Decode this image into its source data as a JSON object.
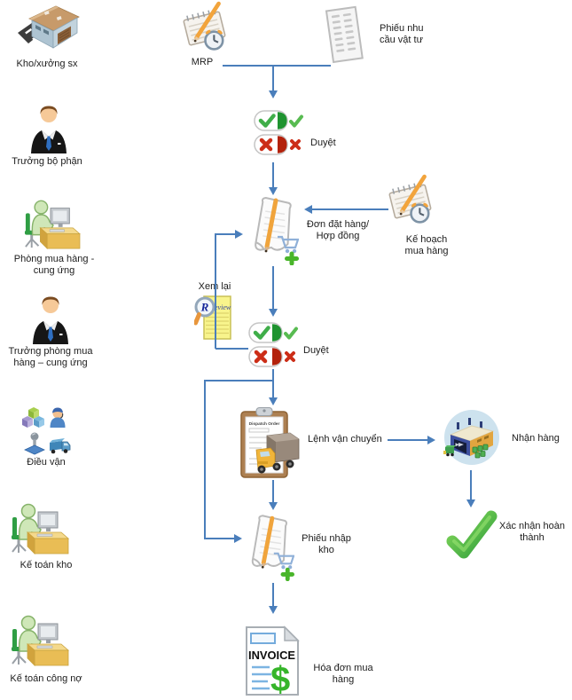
{
  "colors": {
    "arrow_blue": "#4a7ebb",
    "label_text": "#1c1c1c"
  },
  "roles": {
    "kho_xuong_sx": {
      "label": "Kho/xưởng sx",
      "icon": "warehouse-icon"
    },
    "truong_bo_phan": {
      "label": "Trưởng bộ phận",
      "icon": "manager-icon"
    },
    "phong_mua_hang_cung_ung": {
      "label": "Phòng mua hàng - cung ứng",
      "icon": "clerk-at-desk-icon"
    },
    "truong_phong_mua_hang_cung_ung": {
      "label": "Trưởng phòng mua hàng – cung ứng",
      "icon": "manager-icon"
    },
    "dieu_van": {
      "label": "Điều vận",
      "icon": "logistics-dispatch-icon"
    },
    "ke_toan_kho": {
      "label": "Kế toán kho",
      "icon": "clerk-at-desk-icon"
    },
    "ke_toan_cong_no": {
      "label": "Kế toán công nợ",
      "icon": "clerk-at-desk-icon"
    }
  },
  "flow": {
    "mrp": {
      "label": "MRP",
      "icon": "notepad-clock-icon"
    },
    "phieu_nhu_cau_vat_tu": {
      "label": "Phiếu nhu cầu vật tư",
      "icon": "material-request-sheet-icon"
    },
    "duyet_1": {
      "label": "Duyệt",
      "icon": "approve-reject-icon"
    },
    "don_dat_hang_hop_dong": {
      "label": "Đơn đặt hàng/ Hợp đồng",
      "icon": "purchase-order-icon"
    },
    "ke_hoach_mua_hang": {
      "label": "Kế hoạch mua hàng",
      "icon": "notepad-clock-icon"
    },
    "xem_lai": {
      "label": "Xem lại",
      "icon": "review-icon"
    },
    "duyet_2": {
      "label": "Duyệt",
      "icon": "approve-reject-icon"
    },
    "lenh_van_chuyen": {
      "label": "Lệnh vận chuyển",
      "icon": "dispatch-order-truck-icon"
    },
    "nhan_hang": {
      "label": "Nhận hàng",
      "icon": "receive-goods-warehouse-icon"
    },
    "xac_nhan_hoan_thanh": {
      "label": "Xác nhận hoàn thành",
      "icon": "green-check-icon"
    },
    "phieu_nhap_kho": {
      "label": "Phiếu nhập kho",
      "icon": "goods-receipt-note-icon"
    },
    "hoa_don_mua_hang": {
      "label": "Hóa đơn mua hàng",
      "icon": "invoice-icon"
    }
  },
  "icon_text": {
    "invoice_title": "INVOICE",
    "invoice_dollar": "$",
    "review_r": "R",
    "review_suffix": "eview",
    "dispatch_order_title": "Dispatch Order"
  }
}
